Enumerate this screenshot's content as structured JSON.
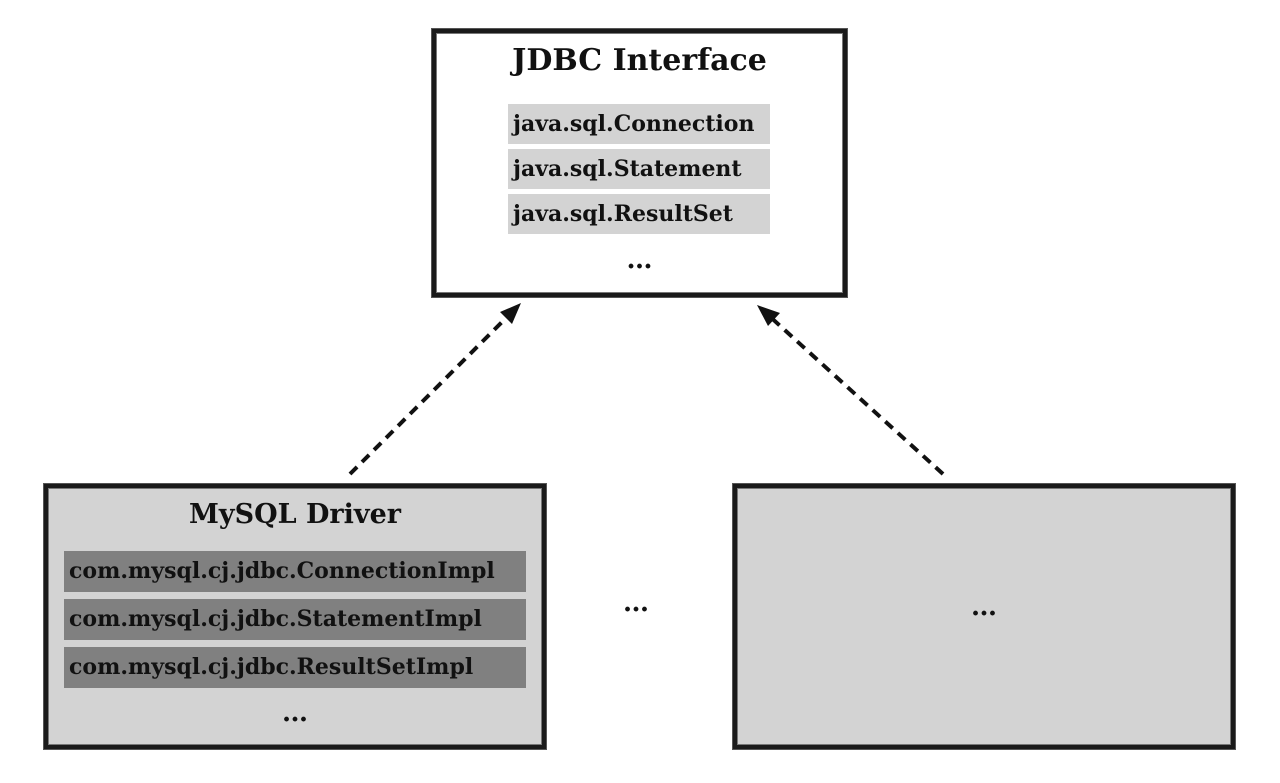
{
  "interface": {
    "title": "JDBC Interface",
    "items": [
      "java.sql.Connection",
      "java.sql.Statement",
      "java.sql.ResultSet"
    ],
    "ellipsis": "…"
  },
  "mysql": {
    "title": "MySQL Driver",
    "items": [
      "com.mysql.cj.jdbc.ConnectionImpl",
      "com.mysql.cj.jdbc.StatementImpl",
      "com.mysql.cj.jdbc.ResultSetImpl"
    ],
    "ellipsis": "…"
  },
  "middle_ellipsis": "…",
  "other_driver": {
    "ellipsis": "…"
  },
  "colors": {
    "box_fill_gray": "#d3d3d3",
    "impl_item_fill": "#808080",
    "border": "#1a1a1a"
  }
}
